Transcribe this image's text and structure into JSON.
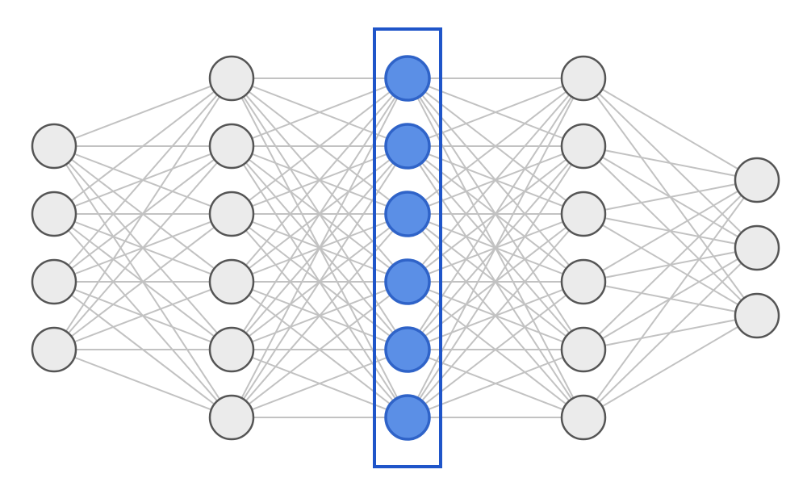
{
  "diagram": {
    "type": "feedforward-neural-network",
    "layers": [
      {
        "index": 0,
        "neurons": 4,
        "highlighted": false
      },
      {
        "index": 1,
        "neurons": 6,
        "highlighted": false
      },
      {
        "index": 2,
        "neurons": 6,
        "highlighted": true
      },
      {
        "index": 3,
        "neurons": 6,
        "highlighted": false
      },
      {
        "index": 4,
        "neurons": 3,
        "highlighted": false
      }
    ],
    "connectivity": "fully-connected",
    "colors": {
      "neuron_fill": "#ebebeb",
      "neuron_stroke": "#555555",
      "highlight_fill": "#5b8fe6",
      "highlight_stroke": "#2f63c8",
      "highlight_box": "#1f55c9",
      "edge": "#c2c2c2",
      "background": "#ffffff"
    }
  }
}
